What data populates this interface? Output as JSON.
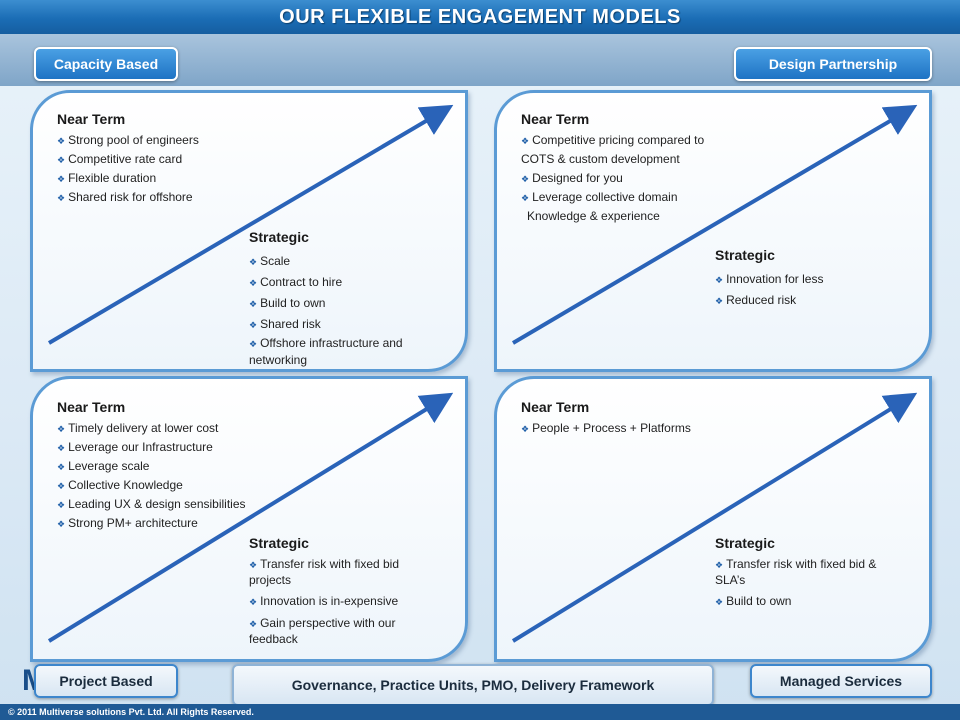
{
  "title": "OUR FLEXIBLE ENGAGEMENT MODELS",
  "labels": {
    "capacity": "Capacity Based",
    "design": "Design Partnership",
    "project": "Project Based",
    "managed": "Managed Services",
    "governance": "Governance, Practice Units, PMO, Delivery Framework"
  },
  "panels": [
    {
      "near_title": "Near Term",
      "near": [
        "Strong pool of engineers",
        "Competitive rate card",
        "Flexible duration",
        "Shared risk for offshore"
      ],
      "strategic_title": "Strategic",
      "strategic": [
        "Scale",
        "Contract to hire",
        "Build to own",
        "Shared risk",
        "Offshore infrastructure and networking"
      ]
    },
    {
      "near_title": "Near Term",
      "near": [
        "Competitive pricing compared to",
        "COTS  & custom development",
        "Designed for you",
        "Leverage collective domain",
        "Knowledge & experience"
      ],
      "strategic_title": "Strategic",
      "strategic": [
        "Innovation for less",
        "Reduced risk"
      ]
    },
    {
      "near_title": "Near Term",
      "near": [
        "Timely  delivery at lower cost",
        "Leverage  our Infrastructure",
        "Leverage  scale",
        "Collective Knowledge",
        "Leading UX & design sensibilities",
        "Strong PM+ architecture"
      ],
      "strategic_title": "Strategic",
      "strategic": [
        "Transfer risk with fixed bid projects",
        "Innovation is in-expensive",
        "Gain perspective with our feedback"
      ]
    },
    {
      "near_title": "Near Term",
      "near": [
        "People + Process + Platforms"
      ],
      "strategic_title": "Strategic",
      "strategic": [
        "Transfer risk with fixed bid & SLA’s",
        "Build to own"
      ]
    }
  ],
  "logo_letter": "M",
  "footer": "© 2011 Multiverse solutions  Pvt. Ltd. All Rights Reserved.",
  "colors": {
    "accent": "#1e73c4",
    "panel_border": "#5b9bd5",
    "footer": "#1f5a95"
  }
}
